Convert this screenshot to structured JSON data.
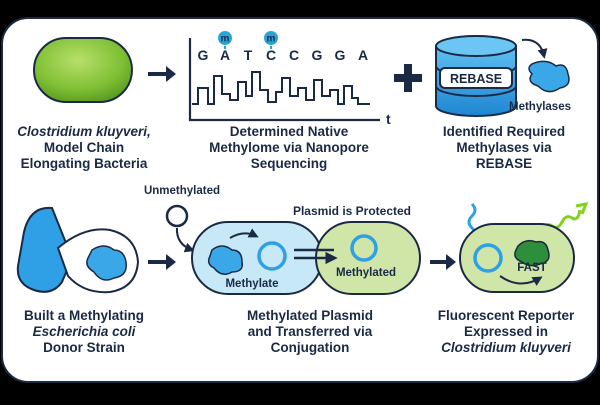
{
  "sequence": {
    "bases": [
      "G",
      "A",
      "T",
      "C",
      "C",
      "G",
      "G",
      "A"
    ],
    "methyl_marker": "m",
    "axis_label": "t"
  },
  "rebase": {
    "db_label": "REBASE",
    "enzyme_label": "Methylases"
  },
  "labels": {
    "organism": [
      "Clostridium kluyveri,",
      "Model Chain",
      "Elongating Bacteria"
    ],
    "methylome": [
      "Determined Native",
      "Methylome via Nanopore",
      "Sequencing"
    ],
    "rebase": [
      "Identified Required",
      "Methylases via",
      "REBASE"
    ],
    "donor": [
      "Built a Methylating",
      "Escherichia coli",
      "Donor Strain"
    ],
    "conjugation": [
      "Methylated Plasmid",
      "and Transferred via",
      "Conjugation"
    ],
    "reporter": [
      "Fluorescent Reporter",
      "Expressed in",
      "Clostridium kluyveri"
    ]
  },
  "conjugation": {
    "unmethylated": "Unmethylated",
    "protected": "Plasmid is Protected",
    "methylate": "Methylate",
    "methylated": "Methylated"
  },
  "reporter": {
    "protein": "FAST"
  },
  "colors": {
    "border": "#1b2a44",
    "green_cell": "#8cc43e",
    "blue": "#2f9fe6",
    "light_blue_cell": "#c6e8f7",
    "light_green_cell": "#cfe6a8",
    "sequence_marker": "#2aa5d8",
    "glow_green": "#7fd31b"
  }
}
